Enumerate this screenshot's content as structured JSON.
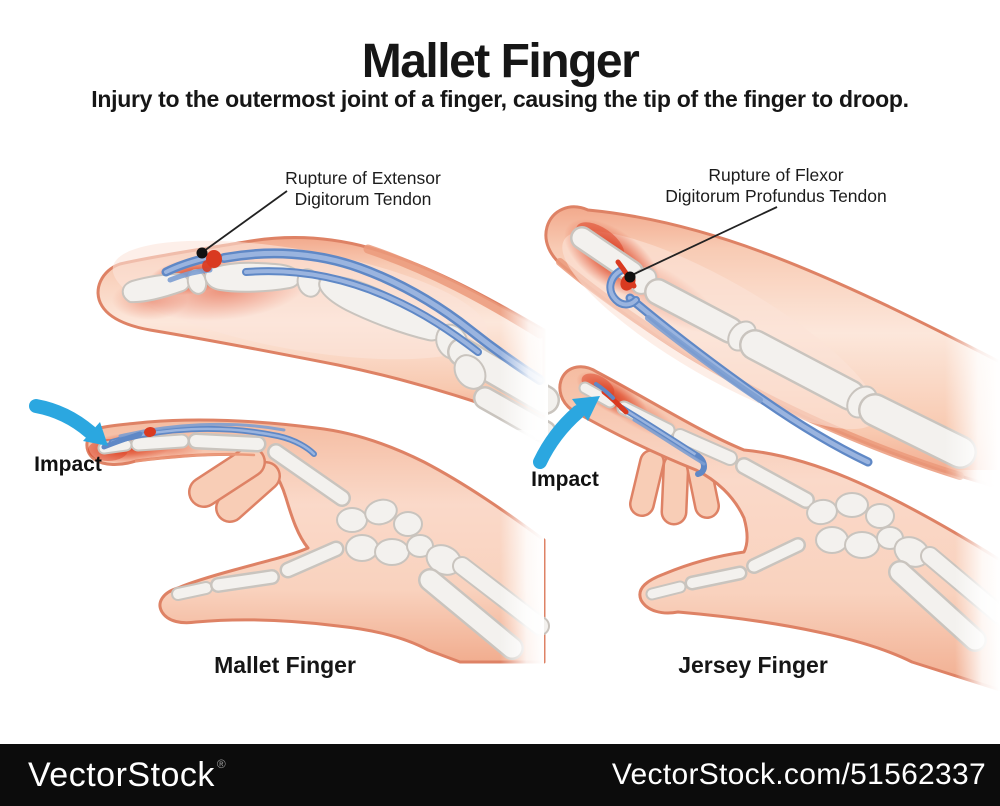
{
  "header": {
    "title": "Mallet Finger",
    "subtitle": "Injury to the outermost joint of a finger, causing the tip of the finger to droop."
  },
  "callouts": {
    "extensor": {
      "line1": "Rupture of Extensor",
      "line2": "Digitorum Tendon"
    },
    "flexor": {
      "line1": "Rupture of Flexor",
      "line2": "Digitorum Profundus Tendon"
    }
  },
  "impact": {
    "left_label": "Impact",
    "right_label": "Impact"
  },
  "captions": {
    "left": "Mallet Finger",
    "right": "Jersey Finger"
  },
  "footer": {
    "brand": "VectorStock",
    "registered": "®",
    "credit": "VectorStock.com/51562337"
  },
  "icons": [
    {
      "name": "impact-arrow-left-icon",
      "glyph": "curved-arrow-down-right",
      "color": "#2BA7E0"
    },
    {
      "name": "impact-arrow-right-icon",
      "glyph": "curved-arrow-up-right",
      "color": "#2BA7E0"
    },
    {
      "name": "rupture-marker-left-icon",
      "glyph": "filled-circle",
      "color": "#111111"
    },
    {
      "name": "rupture-marker-right-icon",
      "glyph": "filled-circle",
      "color": "#111111"
    }
  ],
  "colors": {
    "impact_arrow_blue": "#2BA7E0",
    "tendon_blue": "#5F88C6",
    "rupture_red": "#D93A20",
    "inflammation_red": "#DF4A2A",
    "skin": "#F8CDB6",
    "skin_outline": "#DE8265",
    "bone": "#F3F1EE",
    "bone_outline": "#C9C4BE",
    "footer_background": "#0C0C0C",
    "footer_text": "#FFFFFF",
    "text_color": "#1A1A1A"
  }
}
